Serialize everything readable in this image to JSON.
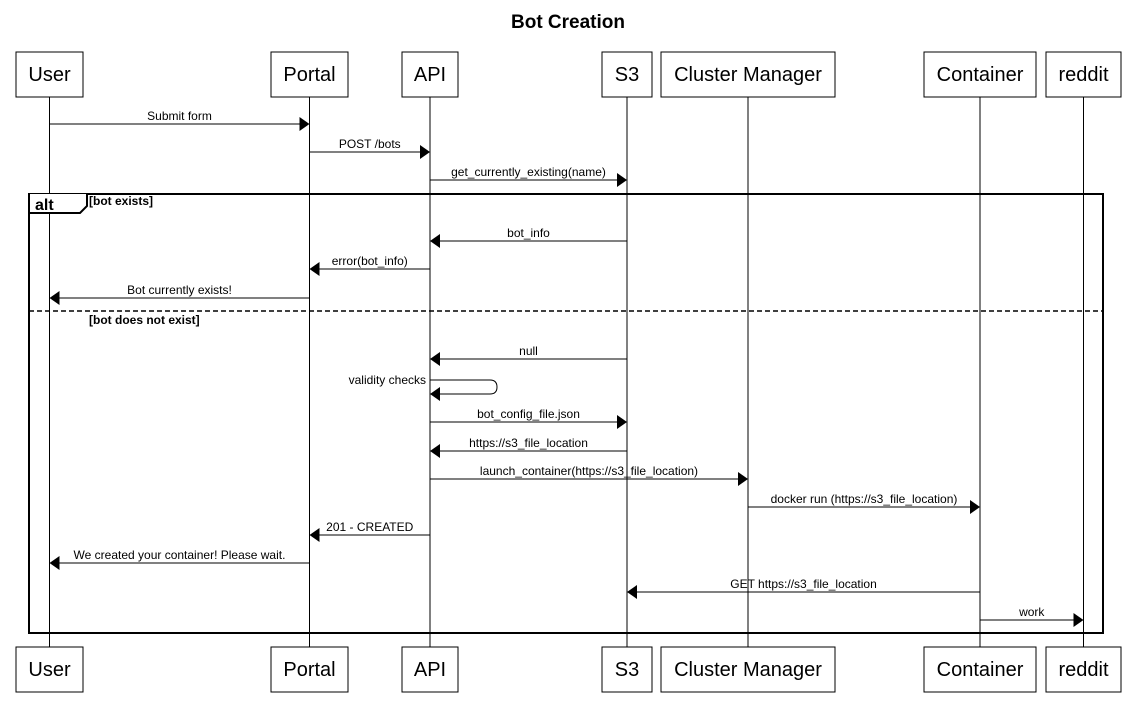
{
  "title": "Bot Creation",
  "participants": [
    "User",
    "Portal",
    "API",
    "S3",
    "Cluster Manager",
    "Container",
    "reddit"
  ],
  "messages": [
    {
      "from": "User",
      "to": "Portal",
      "label": "Submit form"
    },
    {
      "from": "Portal",
      "to": "API",
      "label": "POST /bots"
    },
    {
      "from": "API",
      "to": "S3",
      "label": "get_currently_existing(name)"
    },
    {
      "from": "S3",
      "to": "API",
      "label": "bot_info"
    },
    {
      "from": "API",
      "to": "Portal",
      "label": "error(bot_info)"
    },
    {
      "from": "Portal",
      "to": "User",
      "label": "Bot currently exists!"
    },
    {
      "from": "S3",
      "to": "API",
      "label": "null"
    },
    {
      "from": "API",
      "to": "API",
      "label": "validity checks"
    },
    {
      "from": "API",
      "to": "S3",
      "label": "bot_config_file.json"
    },
    {
      "from": "S3",
      "to": "API",
      "label": "https://s3_file_location"
    },
    {
      "from": "API",
      "to": "Cluster Manager",
      "label": "launch_container(https://s3_file_location)"
    },
    {
      "from": "Cluster Manager",
      "to": "Container",
      "label": "docker run (https://s3_file_location)"
    },
    {
      "from": "API",
      "to": "Portal",
      "label": "201 - CREATED"
    },
    {
      "from": "Portal",
      "to": "User",
      "label": "We created your container! Please wait."
    },
    {
      "from": "Container",
      "to": "S3",
      "label": "GET https://s3_file_location"
    },
    {
      "from": "Container",
      "to": "reddit",
      "label": "work"
    }
  ],
  "fragment": {
    "type": "alt",
    "conditions": [
      "[bot exists]",
      "[bot does not exist]"
    ]
  }
}
